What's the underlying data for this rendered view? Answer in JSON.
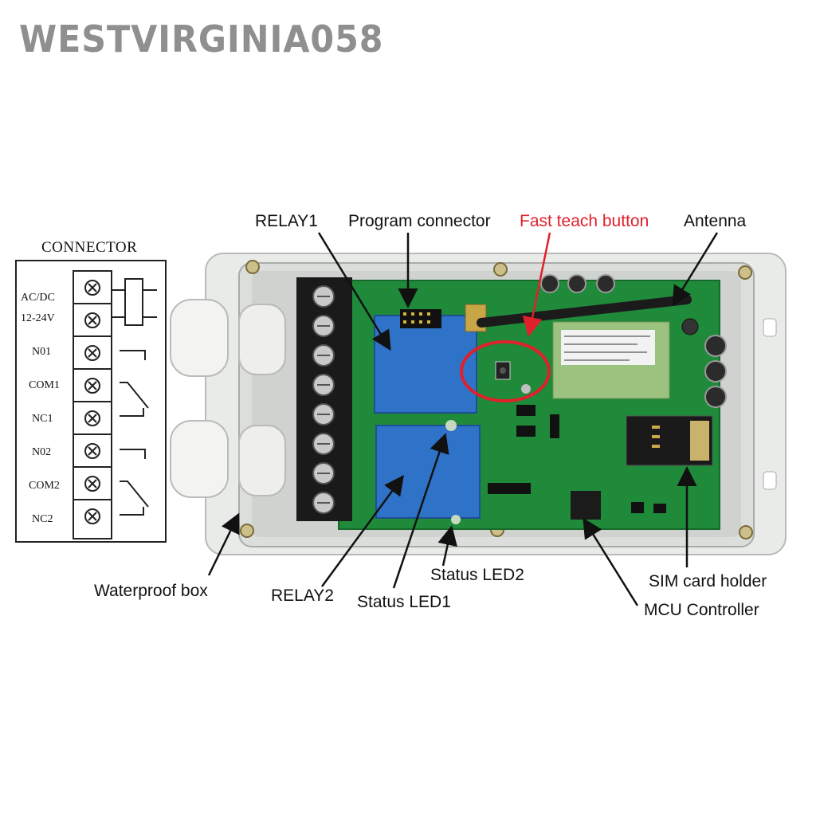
{
  "watermark": "WESTVIRGINIA058",
  "callouts": {
    "relay1": "RELAY1",
    "program_connector": "Program connector",
    "fast_teach_button": "Fast teach button",
    "antenna": "Antenna",
    "waterproof_box": "Waterproof box",
    "relay2": "RELAY2",
    "status_led1": "Status LED1",
    "status_led2": "Status LED2",
    "sim_card_holder": "SIM card holder",
    "mcu_controller": "MCU Controller"
  },
  "connector": {
    "title": "CONNECTOR",
    "labels": [
      "AC/DC",
      "12-24V",
      "N01",
      "COM1",
      "NC1",
      "N02",
      "COM2",
      "NC2"
    ]
  },
  "colors": {
    "accent_red": "#e0202a",
    "pcb_green": "#1f8a3a",
    "relay_blue": "#2f73c8",
    "enclosure_gray": "#e9ebe8"
  }
}
